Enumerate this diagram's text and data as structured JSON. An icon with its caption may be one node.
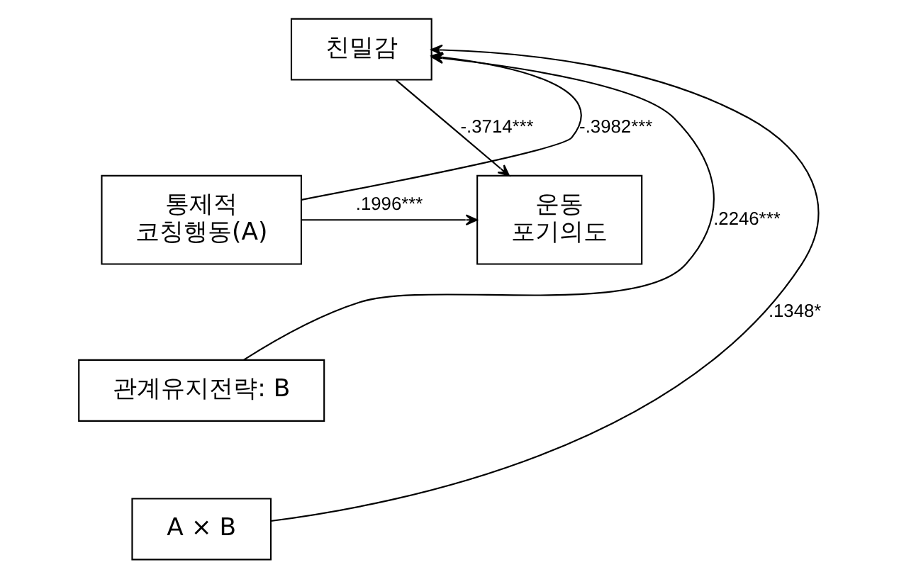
{
  "diagram": {
    "nodes": [
      {
        "text": [
          "친밀감"
        ]
      },
      {
        "text": [
          "통제적 코칭행동(A)"
        ]
      },
      {
        "text": [
          "운동 포기의도"
        ]
      },
      {
        "text": [
          "관계유지전략: B"
        ]
      },
      {
        "text": [
          "A × B"
        ]
      }
    ],
    "edges": [
      {
        "from": 1,
        "to": 0,
        "arrow": "to",
        "label": "-.3982***"
      },
      {
        "from": 0,
        "to": 2,
        "arrow": "to",
        "label": "-.3714***"
      },
      {
        "from": 1,
        "to": 2,
        "arrow": "to",
        "label": ".1996***"
      },
      {
        "from": 3,
        "to": 0,
        "arrow": "to",
        "label": ".2246***"
      },
      {
        "from": 4,
        "to": 0,
        "arrow": "to",
        "label": ".1348*"
      }
    ]
  }
}
